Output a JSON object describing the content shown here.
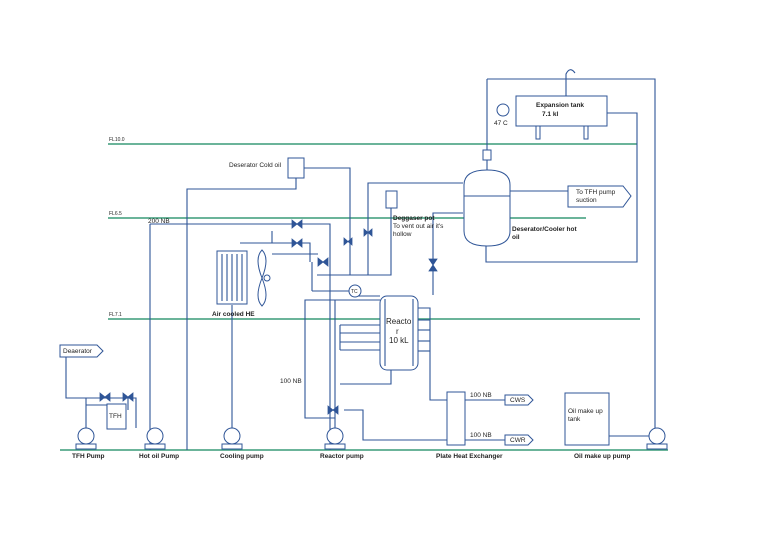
{
  "diagram": {
    "floor_levels": [
      "FL10.0",
      "FL6.5",
      "FL7.1"
    ],
    "equipment": {
      "expansion_tank": "Expansion tank",
      "expansion_tank_volume": "7.1 kl",
      "expansion_temp": "47 C",
      "deserator_cold_oil": "Deserator Cold oil",
      "degasser_pot": "Deggaser pot",
      "vent_note_1": "To vent out air it's",
      "vent_note_2": "hollow",
      "deserator_cooler_1": "Deserator/Cooler hot",
      "deserator_cooler_2": "oil",
      "tfh_suction_1": "To TFH pump",
      "tfh_suction_2": "suction",
      "air_cooled_he": "Air cooled HE",
      "reactor_1": "Reacto",
      "reactor_2": "r",
      "reactor_3": "10 kL",
      "deaerator_tag": "Deaerator",
      "tfh": "TFH",
      "oil_makeup_tank_1": "Oil make up",
      "oil_makeup_tank_2": "tank",
      "cws": "CWS",
      "cwr": "CWR",
      "tc": "TC"
    },
    "pipe_sizes": {
      "p200": "200 NB",
      "p100_left": "100 NB",
      "p100_cws": "100 NB",
      "p100_cwr": "100 NB"
    },
    "bottom_labels": {
      "tfh_pump": "TFH Pump",
      "hot_oil_pump": "Hot oil Pump",
      "cooling_pump": "Cooling pump",
      "reactor_pump": "Reactor pump",
      "plate_heat_exchanger": "Plate Heat Exchanger",
      "oil_makeup_pump": "Oil make up pump"
    },
    "colors": {
      "pipe": "#2f5597",
      "floor_line": "#3a9b78"
    }
  }
}
